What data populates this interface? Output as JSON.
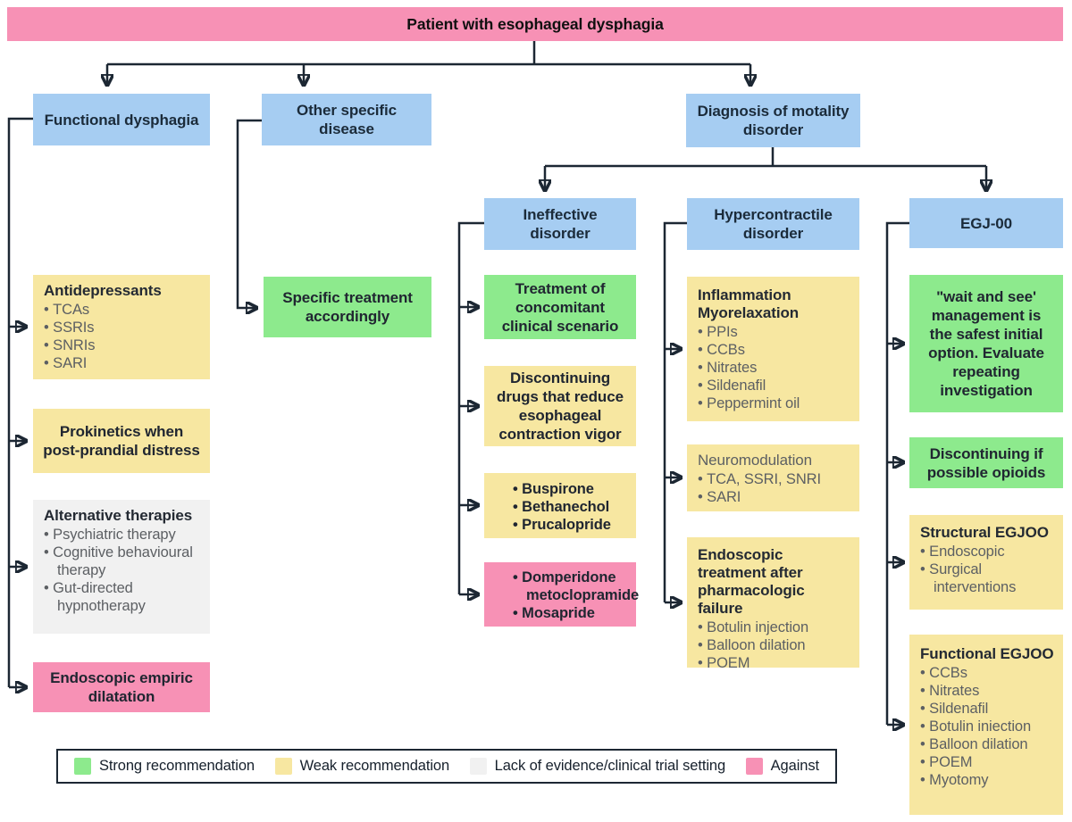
{
  "banner": {
    "title": "Patient with esophageal dysphagia"
  },
  "colors": {
    "strong": "#8dea8d",
    "weak": "#f7e7a1",
    "lack": "#f1f1f1",
    "against": "#f791b5",
    "node_blue": "#a6cdf2",
    "line": "#1c2733"
  },
  "nodes": {
    "functional_dysphagia": "Functional dysphagia",
    "other_specific_disease": "Other specific disease",
    "diagnosis": "Diagnosis of motality disorder",
    "ineffective": "Ineffective disorder",
    "hypercontractile": "Hypercontractile disorder",
    "egj": "EGJ-00"
  },
  "functional_col": {
    "antidepressants": {
      "title": "Antidepressants",
      "items": [
        "TCAs",
        "SSRIs",
        "SNRIs",
        "SARI"
      ]
    },
    "prokinetics": {
      "text": "Prokinetics when post-prandial distress"
    },
    "alternative": {
      "title": "Alternative therapies",
      "items": [
        "Psychiatric therapy",
        "Cognitive behavioural therapy",
        "Gut-directed hypnotherapy"
      ]
    },
    "endoscopic_dilatation": {
      "text": "Endoscopic empiric dilatation"
    }
  },
  "other_col": {
    "specific_treatment": {
      "text": "Specific treatment accordingly"
    }
  },
  "ineffective_col": {
    "concomitant": {
      "text": "Treatment of concomitant clinical scenario"
    },
    "discontinuing_drugs": {
      "text": "Discontinuing drugs that reduce esophageal contraction vigor"
    },
    "prokinetic_drugs": {
      "items": [
        "Buspirone",
        "Bethanechol",
        "Prucalopride"
      ]
    },
    "against_drugs": {
      "items": [
        "Domperidone metoclopramide",
        "Mosapride"
      ]
    }
  },
  "hypercontractile_col": {
    "inflammation": {
      "title": "Inflammation Myorelaxation",
      "items": [
        "PPIs",
        "CCBs",
        "Nitrates",
        "Sildenafil",
        "Peppermint oil"
      ]
    },
    "neuromodulation": {
      "title": "Neuromodulation",
      "items": [
        "TCA, SSRI, SNRI",
        "SARI"
      ]
    },
    "endoscopic_treatment": {
      "title": "Endoscopic treatment after pharmacologic failure",
      "items": [
        "Botulin injection",
        "Balloon dilation",
        "POEM"
      ]
    }
  },
  "egj_col": {
    "wait_and_see": {
      "text": "\"wait and see' management is the safest initial option. Evaluate repeating investigation"
    },
    "opioids": {
      "text": "Discontinuing if possible opioids"
    },
    "structural": {
      "title": "Structural EGJOO",
      "items": [
        "Endoscopic",
        "Surgical interventions"
      ]
    },
    "functional_egjoo": {
      "title": "Functional EGJOO",
      "items": [
        "CCBs",
        "Nitrates",
        "Sildenafil",
        "Botulin iniection",
        "Balloon dilation",
        "POEM",
        "Myotomy"
      ]
    }
  },
  "legend": {
    "items": [
      {
        "label": "Strong recommendation",
        "key": "strong"
      },
      {
        "label": "Weak recommendation",
        "key": "weak"
      },
      {
        "label": "Lack of evidence/clinical trial setting",
        "key": "lack"
      },
      {
        "label": "Against",
        "key": "against"
      }
    ]
  }
}
